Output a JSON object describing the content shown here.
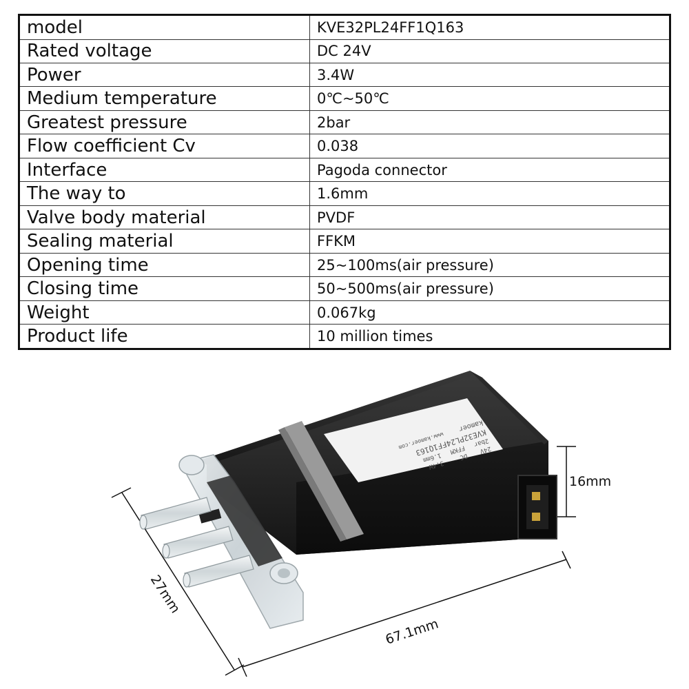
{
  "specs": [
    {
      "label": "model",
      "value": "KVE32PL24FF1Q163"
    },
    {
      "label": "Rated voltage",
      "value": "DC 24V"
    },
    {
      "label": "Power",
      "value": "3.4W"
    },
    {
      "label": "Medium temperature",
      "value": "0℃~50℃"
    },
    {
      "label": "Greatest pressure",
      "value": "2bar"
    },
    {
      "label": "Flow coefficient Cv",
      "value": "0.038"
    },
    {
      "label": "Interface",
      "value": "Pagoda connector"
    },
    {
      "label": "The way to",
      "value": "1.6mm"
    },
    {
      "label": "Valve body material",
      "value": "PVDF"
    },
    {
      "label": "Sealing material",
      "value": "FFKM"
    },
    {
      "label": "Opening time",
      "value": "25~100ms(air pressure)"
    },
    {
      "label": "Closing time",
      "value": "50~500ms(air pressure)"
    },
    {
      "label": "Weight",
      "value": "0.067kg"
    },
    {
      "label": "Product life",
      "value": "10 million times"
    }
  ],
  "dimensions": {
    "height": "16mm",
    "width": "27mm",
    "length": "67.1mm"
  },
  "product_label": {
    "brand": "kamoer",
    "website": "www.kamoer.com",
    "model": "KVE32PL24FF1Q163",
    "pressure": "2bar",
    "voltage": "24V",
    "seal": "FFKM",
    "supply": "DC",
    "orifice": "1.6mm",
    "power": "3.4W"
  },
  "colors": {
    "body": "#1c1c1c",
    "stripe": "#9a9a9a",
    "label": "#f2f2f2",
    "manifold": "#d6dde0"
  }
}
